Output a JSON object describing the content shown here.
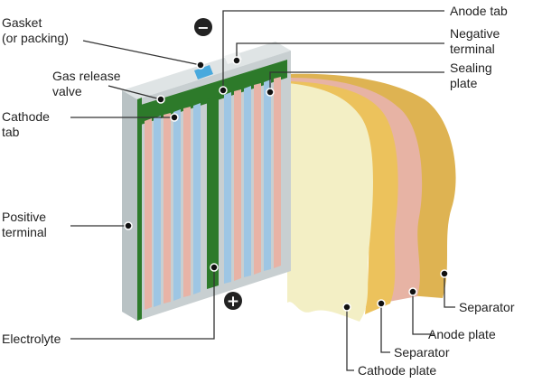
{
  "labels": {
    "gasket": [
      "Gasket",
      "(or packing)"
    ],
    "gas_release_valve": [
      "Gas release",
      "valve"
    ],
    "cathode_tab": [
      "Cathode",
      "tab"
    ],
    "positive_terminal": [
      "Positive",
      "terminal"
    ],
    "electrolyte": "Electrolyte",
    "anode_tab": "Anode tab",
    "negative_terminal": [
      "Negative",
      "terminal"
    ],
    "sealing_plate": [
      "Sealing",
      "plate"
    ],
    "separator_outer": "Separator",
    "anode_plate": "Anode plate",
    "separator_inner": "Separator",
    "cathode_plate": "Cathode plate"
  },
  "symbols": {
    "negative": "−",
    "positive": "+"
  },
  "colors": {
    "casing": "#b9c2c4",
    "casing_top": "#dfe4e5",
    "green_band": "#2d7a2a",
    "gasket_blue": "#49a9dd",
    "strip_blue": "#9ec6e4",
    "strip_pink": "#e8b3a6",
    "sheet_cream": "#f3efc5",
    "sheet_yellow": "#ecc25c",
    "sheet_pink": "#e7b3a4",
    "sheet_gold": "#deb352",
    "symbol_bg": "#222222",
    "line": "#333333"
  }
}
